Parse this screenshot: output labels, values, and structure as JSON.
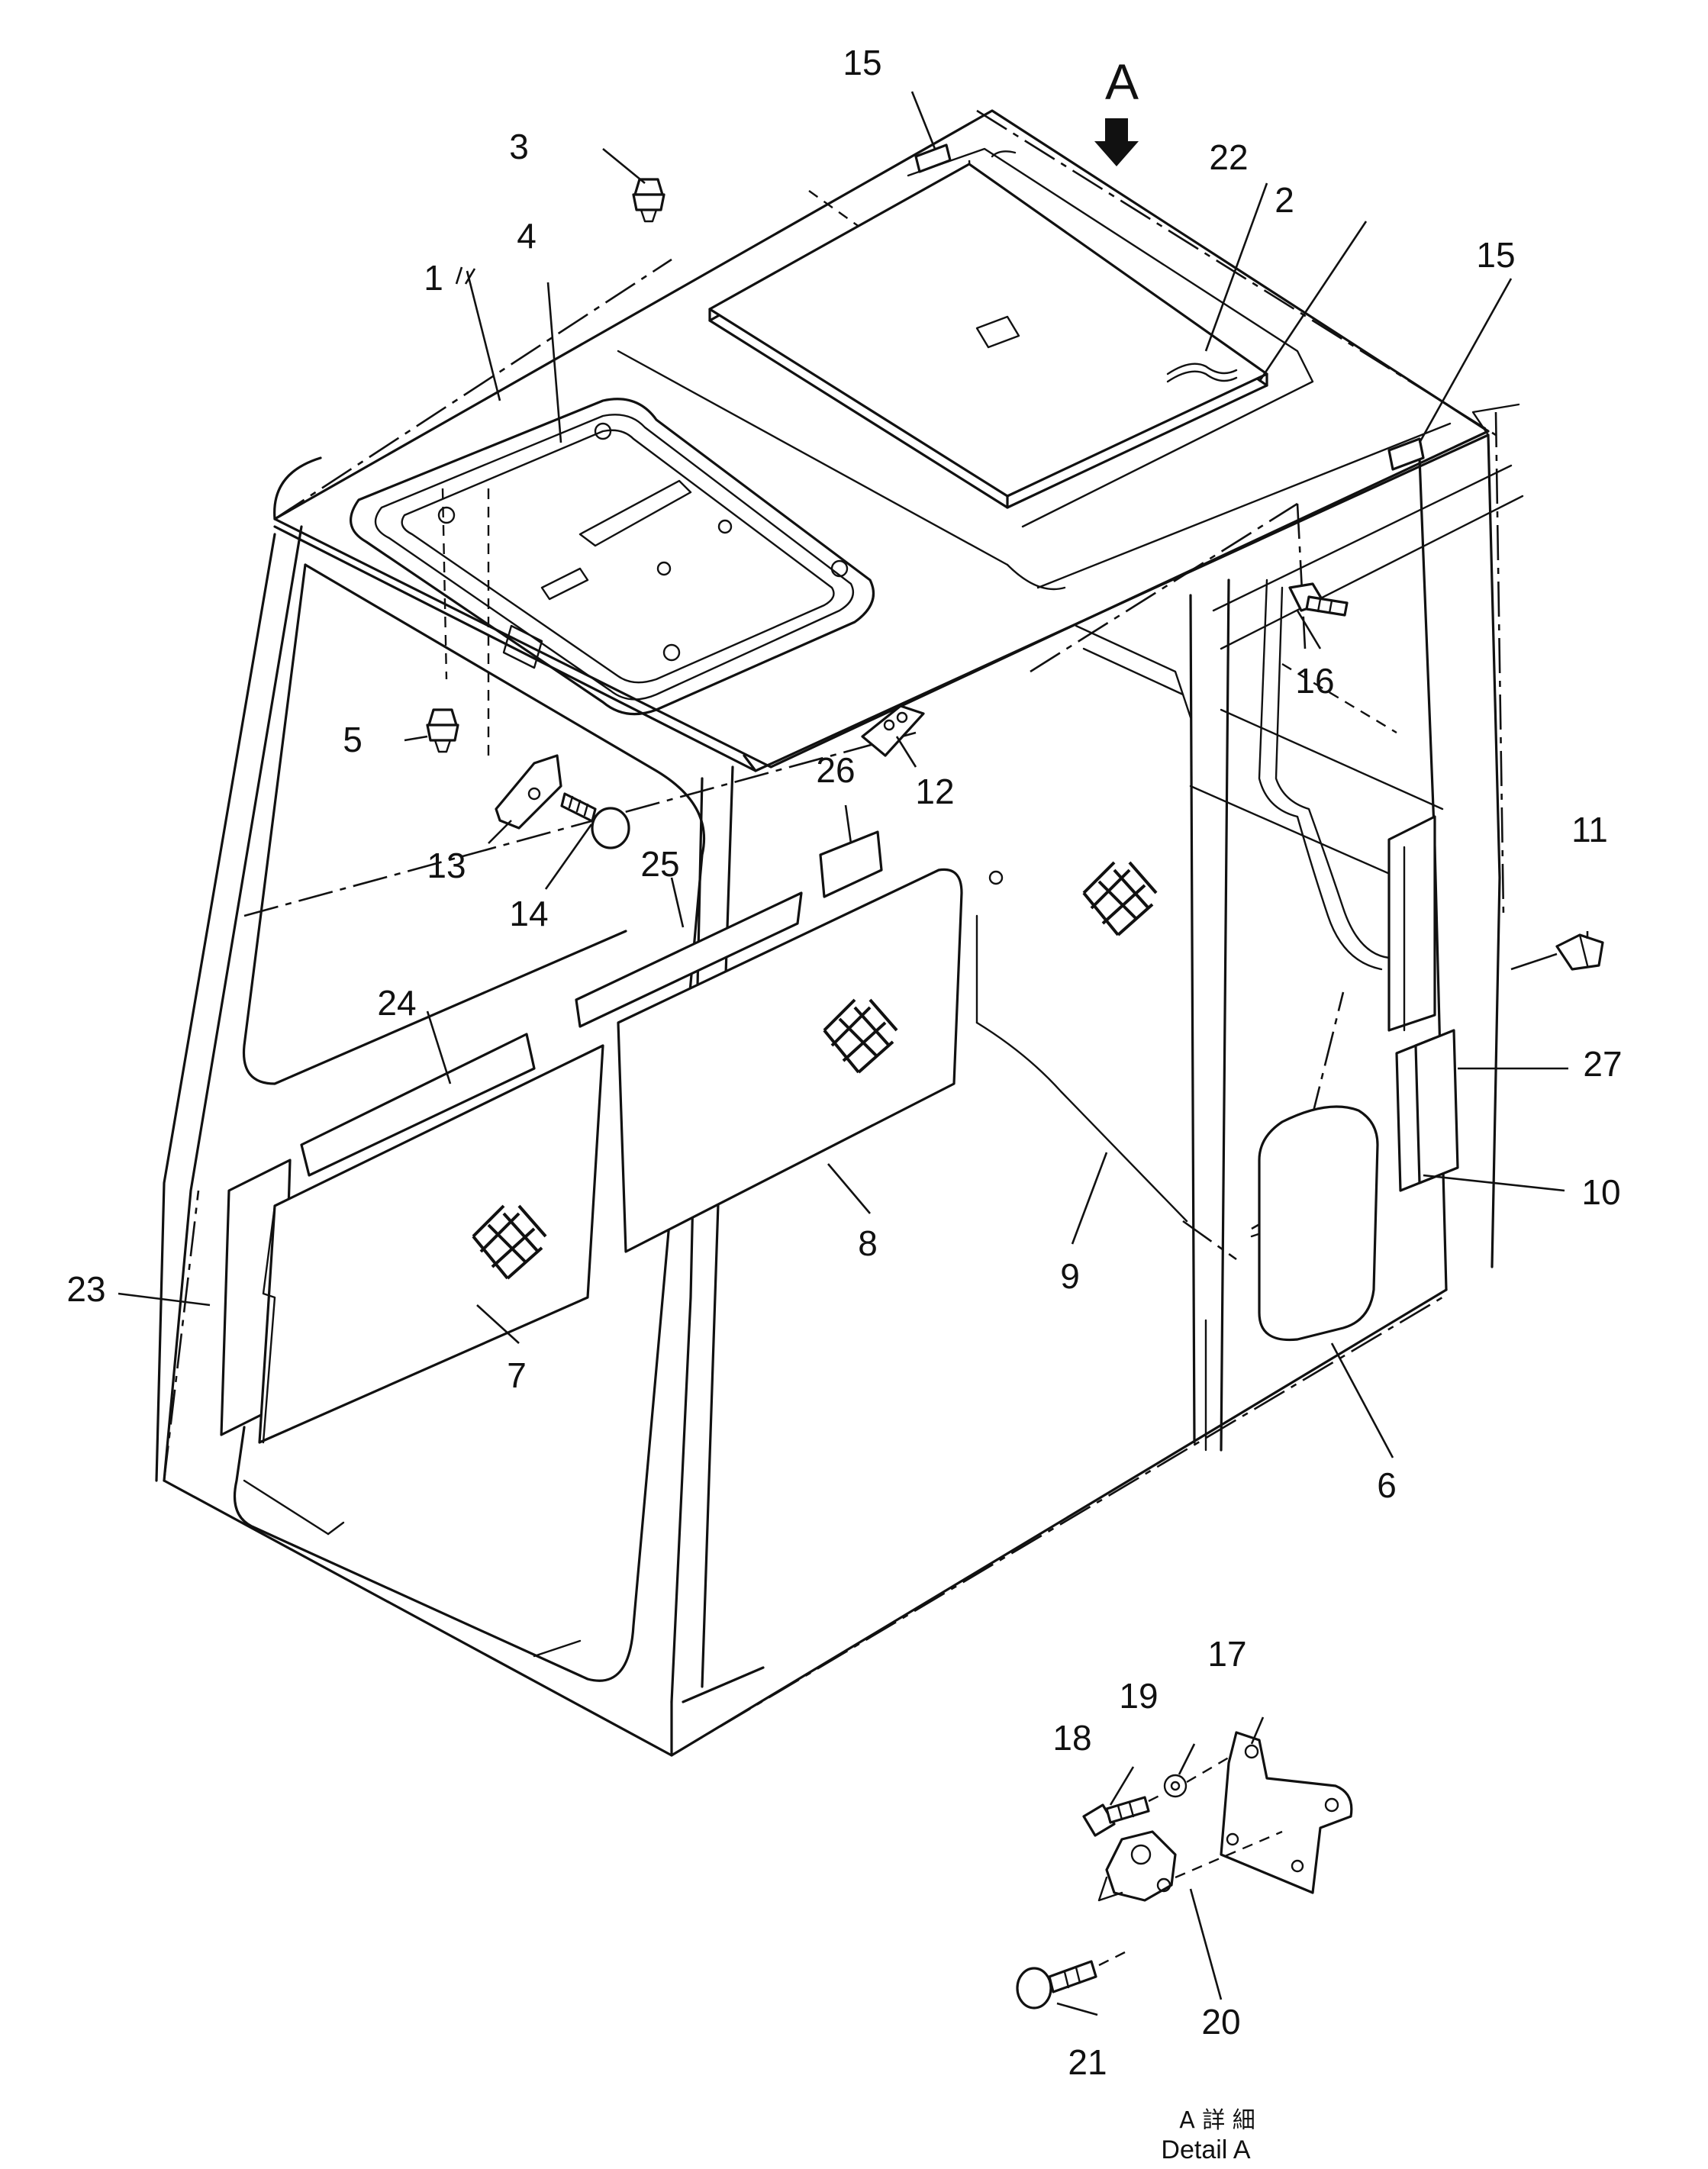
{
  "diagram": {
    "view_marker": "A",
    "detail_caption_jp": "A 詳 細",
    "detail_caption_en": "Detail A",
    "callouts": [
      "1",
      "2",
      "3",
      "4",
      "5",
      "6",
      "7",
      "8",
      "9",
      "10",
      "11",
      "12",
      "13",
      "14",
      "15",
      "15",
      "16",
      "17",
      "18",
      "19",
      "20",
      "21",
      "22",
      "23",
      "24",
      "25",
      "26",
      "27"
    ]
  }
}
